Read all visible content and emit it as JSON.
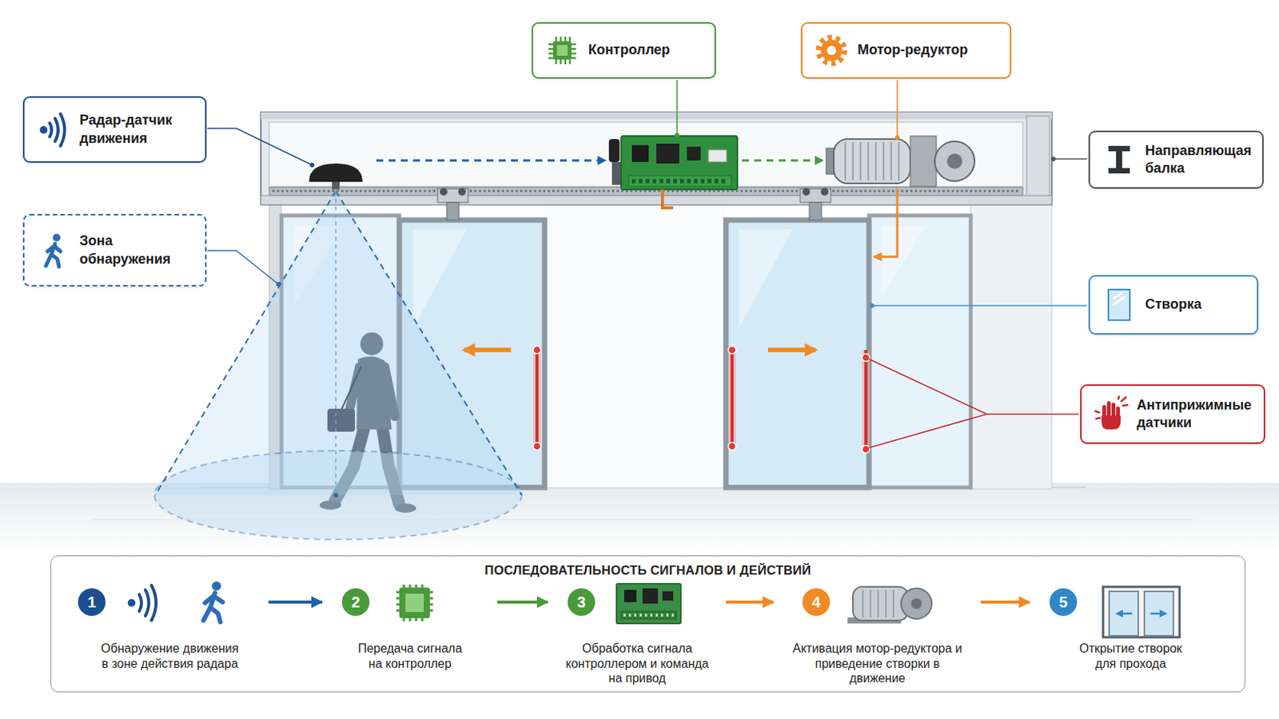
{
  "diagram": {
    "nodes": [
      {
        "text": [
          "Контроллер"
        ]
      },
      {
        "text": [
          "Мотор-редуктор"
        ]
      },
      {
        "text": [
          "Радар-датчик движения"
        ]
      },
      {
        "text": [
          "Направляющая балка"
        ]
      },
      {
        "text": [
          "Зона обнаружения"
        ]
      },
      {
        "text": [
          "Створка"
        ]
      },
      {
        "text": [
          "Антиприжимные датчики"
        ]
      },
      {
        "text": [
          "ПОСЛЕДОВАТЕЛЬНОСТЬ СИГНАЛОВ И ДЕЙСТВИЙ"
        ]
      },
      {
        "text": [
          "1",
          "Обнаружение движения в зоне действия радара"
        ],
        "in": 7
      },
      {
        "text": [
          "2",
          "Передача сигнала на контроллер"
        ],
        "in": 7
      },
      {
        "text": [
          "3",
          "Обработка сигнала контроллером и команда на привод"
        ],
        "in": 7
      },
      {
        "text": [
          "4",
          "Активация мотор-редуктора и приведение створки в движение"
        ],
        "in": 7
      },
      {
        "text": [
          "5",
          "Открытие створок для прохода"
        ],
        "in": 7
      }
    ],
    "edges": [
      {
        "from": 8,
        "to": 9,
        "arrow": "to"
      },
      {
        "from": 9,
        "to": 10,
        "arrow": "to"
      },
      {
        "from": 10,
        "to": 11,
        "arrow": "to"
      },
      {
        "from": 11,
        "to": 12,
        "arrow": "to"
      }
    ]
  }
}
